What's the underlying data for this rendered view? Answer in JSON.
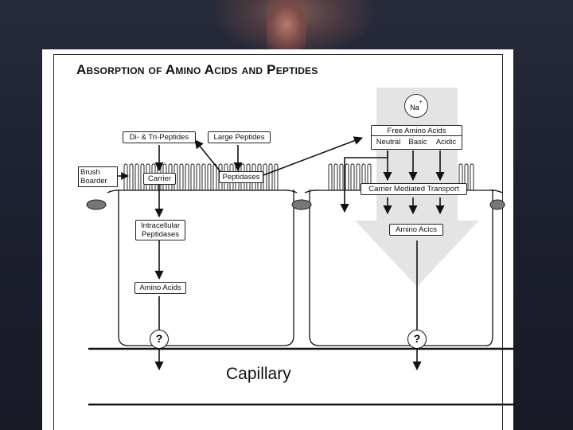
{
  "title": "Absorption of Amino Acids and Peptides",
  "labels": {
    "di_tri_peptides": "Di- & Tri-Peptides",
    "large_peptides": "Large Peptides",
    "brush_border": "Brush\nBoarder",
    "carrier": "Carrier",
    "peptidases": "Peptidases",
    "intracellular_peptidases": "Intracellular\nPeptidases",
    "amino_acids_left": "Amino Acids",
    "free_amino_acids": "Free Amino Acids",
    "neutral": "Neutral",
    "basic": "Basic",
    "acidic": "Acidic",
    "carrier_mediated_transport": "Carrier Mediated Transport",
    "amino_acids_right": "Amino Acics",
    "sodium": "Na",
    "sodium_charge": "+",
    "question_mark_left": "?",
    "question_mark_right": "?",
    "capillary": "Capillary"
  }
}
